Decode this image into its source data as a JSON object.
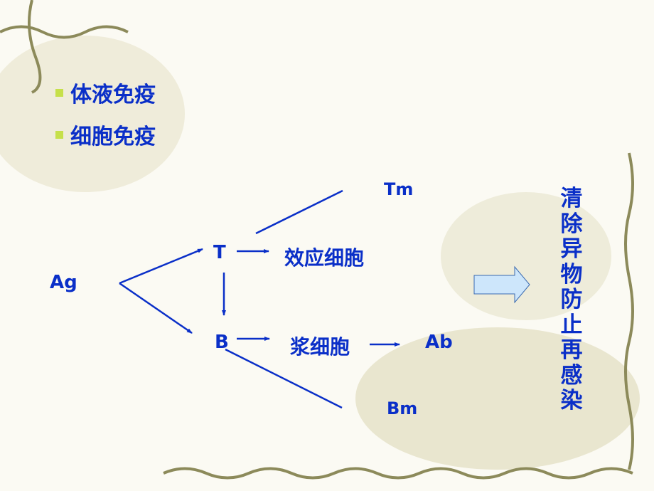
{
  "bullets": [
    {
      "label": "体液免疫"
    },
    {
      "label": "细胞免疫"
    }
  ],
  "diagram": {
    "ag": "Ag",
    "t": "T",
    "b": "B",
    "effector": "效应细胞",
    "tm": "Tm",
    "plasma": "浆细胞",
    "ab": "Ab",
    "bm": "Bm"
  },
  "result_text": "清除异物防止再感染",
  "colors": {
    "text": "#0a2fc8",
    "bullet": "#c6e04a",
    "arrow_fill": "#cde6fb"
  }
}
